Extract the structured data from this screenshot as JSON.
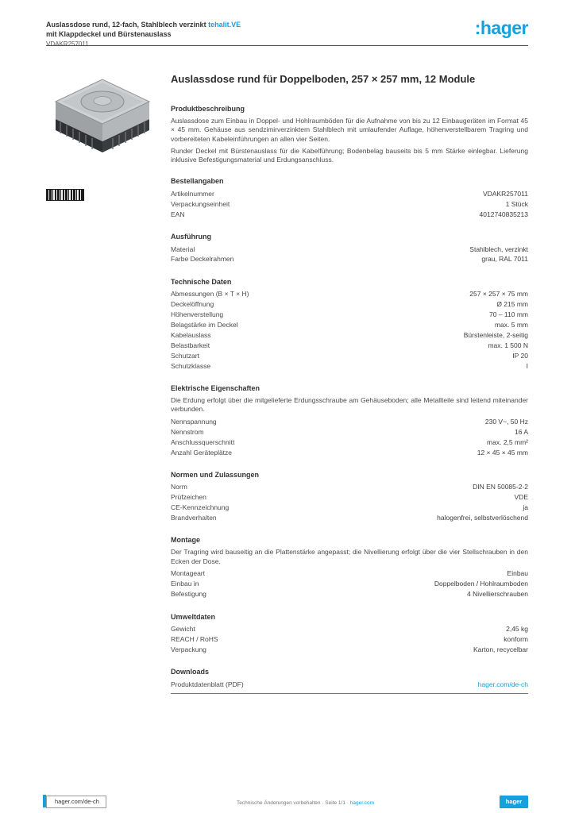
{
  "colors": {
    "brand_blue": "#18a0dc",
    "text": "#444444"
  },
  "header": {
    "title_line1": "Auslassdose rund, 12-fach, Stahlblech verzinkt",
    "title_line2": "mit Klappdeckel und Bürstenauslass",
    "family": "tehalit.VE",
    "article_no": "VDAKR257011",
    "brand": ":hager"
  },
  "product": {
    "image_name": "floor-box-isometric",
    "badge_icon": "barcode-icon"
  },
  "main": {
    "title": "Auslassdose rund für Doppelboden, 257 × 257 mm, 12 Module",
    "sections": [
      {
        "heading": "Produktbeschreibung",
        "paragraphs": [
          "Auslassdose zum Einbau in Doppel- und Hohlraumböden für die Aufnahme von bis zu 12 Einbaugeräten im Format 45 × 45 mm. Gehäuse aus sendzimirverzinktem Stahlblech mit umlaufender Auflage, höhenverstellbarem Tragring und vorbereiteten Kabeleinführungen an allen vier Seiten.",
          "Runder Deckel mit Bürstenauslass für die Kabelführung; Bodenbelag bauseits bis 5 mm Stärke einlegbar. Lieferung inklusive Befestigungsmaterial und Erdungsanschluss."
        ],
        "rows": []
      },
      {
        "heading": "Bestellangaben",
        "paragraphs": [],
        "rows": [
          {
            "label": "Artikelnummer",
            "value": "VDAKR257011"
          },
          {
            "label": "Verpackungseinheit",
            "value": "1 Stück"
          },
          {
            "label": "EAN",
            "value": "4012740835213"
          }
        ]
      },
      {
        "heading": "Ausführung",
        "paragraphs": [],
        "rows": [
          {
            "label": "Material",
            "value": "Stahlblech, verzinkt"
          },
          {
            "label": "Farbe Deckelrahmen",
            "value": "grau, RAL 7011"
          }
        ]
      },
      {
        "heading": "Technische Daten",
        "paragraphs": [],
        "rows": [
          {
            "label": "Abmessungen (B × T × H)",
            "value": "257 × 257 × 75 mm"
          },
          {
            "label": "Deckelöffnung",
            "value": "Ø 215 mm"
          },
          {
            "label": "Höhenverstellung",
            "value": "70 – 110 mm"
          },
          {
            "label": "Belagstärke im Deckel",
            "value": "max. 5 mm"
          },
          {
            "label": "Kabelauslass",
            "value": "Bürstenleiste, 2-seitig"
          },
          {
            "label": "Belastbarkeit",
            "value": "max. 1 500 N"
          },
          {
            "label": "Schutzart",
            "value": "IP 20"
          },
          {
            "label": "Schutzklasse",
            "value": "I"
          }
        ]
      },
      {
        "heading": "Elektrische Eigenschaften",
        "paragraphs": [
          "Die Erdung erfolgt über die mitgelieferte Erdungsschraube am Gehäuseboden; alle Metallteile sind leitend miteinander verbunden."
        ],
        "rows": [
          {
            "label": "Nennspannung",
            "value": "230 V~, 50 Hz"
          },
          {
            "label": "Nennstrom",
            "value": "16 A"
          },
          {
            "label": "Anschlussquerschnitt",
            "value": "max. 2,5 mm²"
          },
          {
            "label": "Anzahl Geräteplätze",
            "value": "12 × 45 × 45 mm"
          }
        ]
      },
      {
        "heading": "Normen und Zulassungen",
        "paragraphs": [],
        "rows": [
          {
            "label": "Norm",
            "value": "DIN EN 50085-2-2"
          },
          {
            "label": "Prüfzeichen",
            "value": "VDE"
          },
          {
            "label": "CE-Kennzeichnung",
            "value": "ja"
          },
          {
            "label": "Brandverhalten",
            "value": "halogenfrei, selbstverlöschend"
          }
        ]
      },
      {
        "heading": "Montage",
        "paragraphs": [
          "Der Tragring wird bauseitig an die Plattenstärke angepasst; die Nivellierung erfolgt über die vier Stellschrauben in den Ecken der Dose."
        ],
        "rows": [
          {
            "label": "Montageart",
            "value": "Einbau"
          },
          {
            "label": "Einbau in",
            "value": "Doppelboden / Hohlraumboden"
          },
          {
            "label": "Befestigung",
            "value": "4 Nivellierschrauben"
          }
        ]
      },
      {
        "heading": "Umweltdaten",
        "paragraphs": [],
        "rows": [
          {
            "label": "Gewicht",
            "value": "2,45 kg"
          },
          {
            "label": "REACH / RoHS",
            "value": "konform"
          },
          {
            "label": "Verpackung",
            "value": "Karton, recycelbar"
          }
        ]
      },
      {
        "heading": "Downloads",
        "paragraphs": [],
        "rows": [
          {
            "label": "Produktdatenblatt (PDF)",
            "value": "hager.com/de-ch",
            "link": true
          }
        ]
      }
    ]
  },
  "footer": {
    "site": "hager.com/de-ch",
    "note": "Technische Änderungen vorbehalten · Seite 1/1 · ",
    "link": "hager.com",
    "brand": "hager"
  }
}
